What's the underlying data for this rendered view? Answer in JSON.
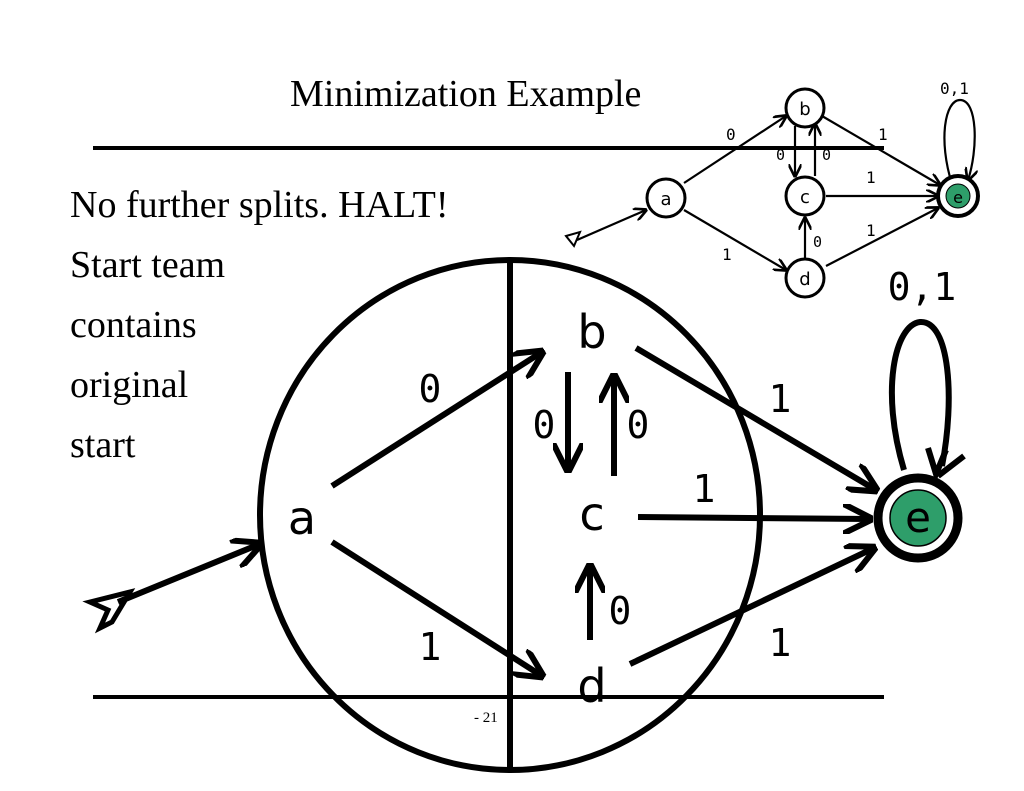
{
  "slide": {
    "title": "Minimization Example",
    "body_lines": [
      "No further splits.  HALT!",
      "Start team",
      "contains",
      "original",
      "start"
    ],
    "page_number": "- 21"
  },
  "small_dfa": {
    "states": {
      "a": "a",
      "b": "b",
      "c": "c",
      "d": "d",
      "e": "e"
    },
    "edge_labels": {
      "a_b": "0",
      "a_d": "1",
      "b_e": "1",
      "b_c": "0",
      "c_b": "0",
      "c_e": "1",
      "d_c": "0",
      "d_e": "1",
      "e_loop": "0,1"
    }
  },
  "large_dfa": {
    "states": {
      "a": "a",
      "b": "b",
      "c": "c",
      "d": "d",
      "e": "e"
    },
    "edge_labels": {
      "a_b": "0",
      "a_d": "1",
      "b_e": "1",
      "b_c": "0",
      "c_b": "0",
      "c_e": "1",
      "d_c": "0",
      "d_e": "1",
      "e_loop": "0,1"
    }
  },
  "colors": {
    "accept_fill": "#2e9e6a",
    "ink": "#000000"
  }
}
